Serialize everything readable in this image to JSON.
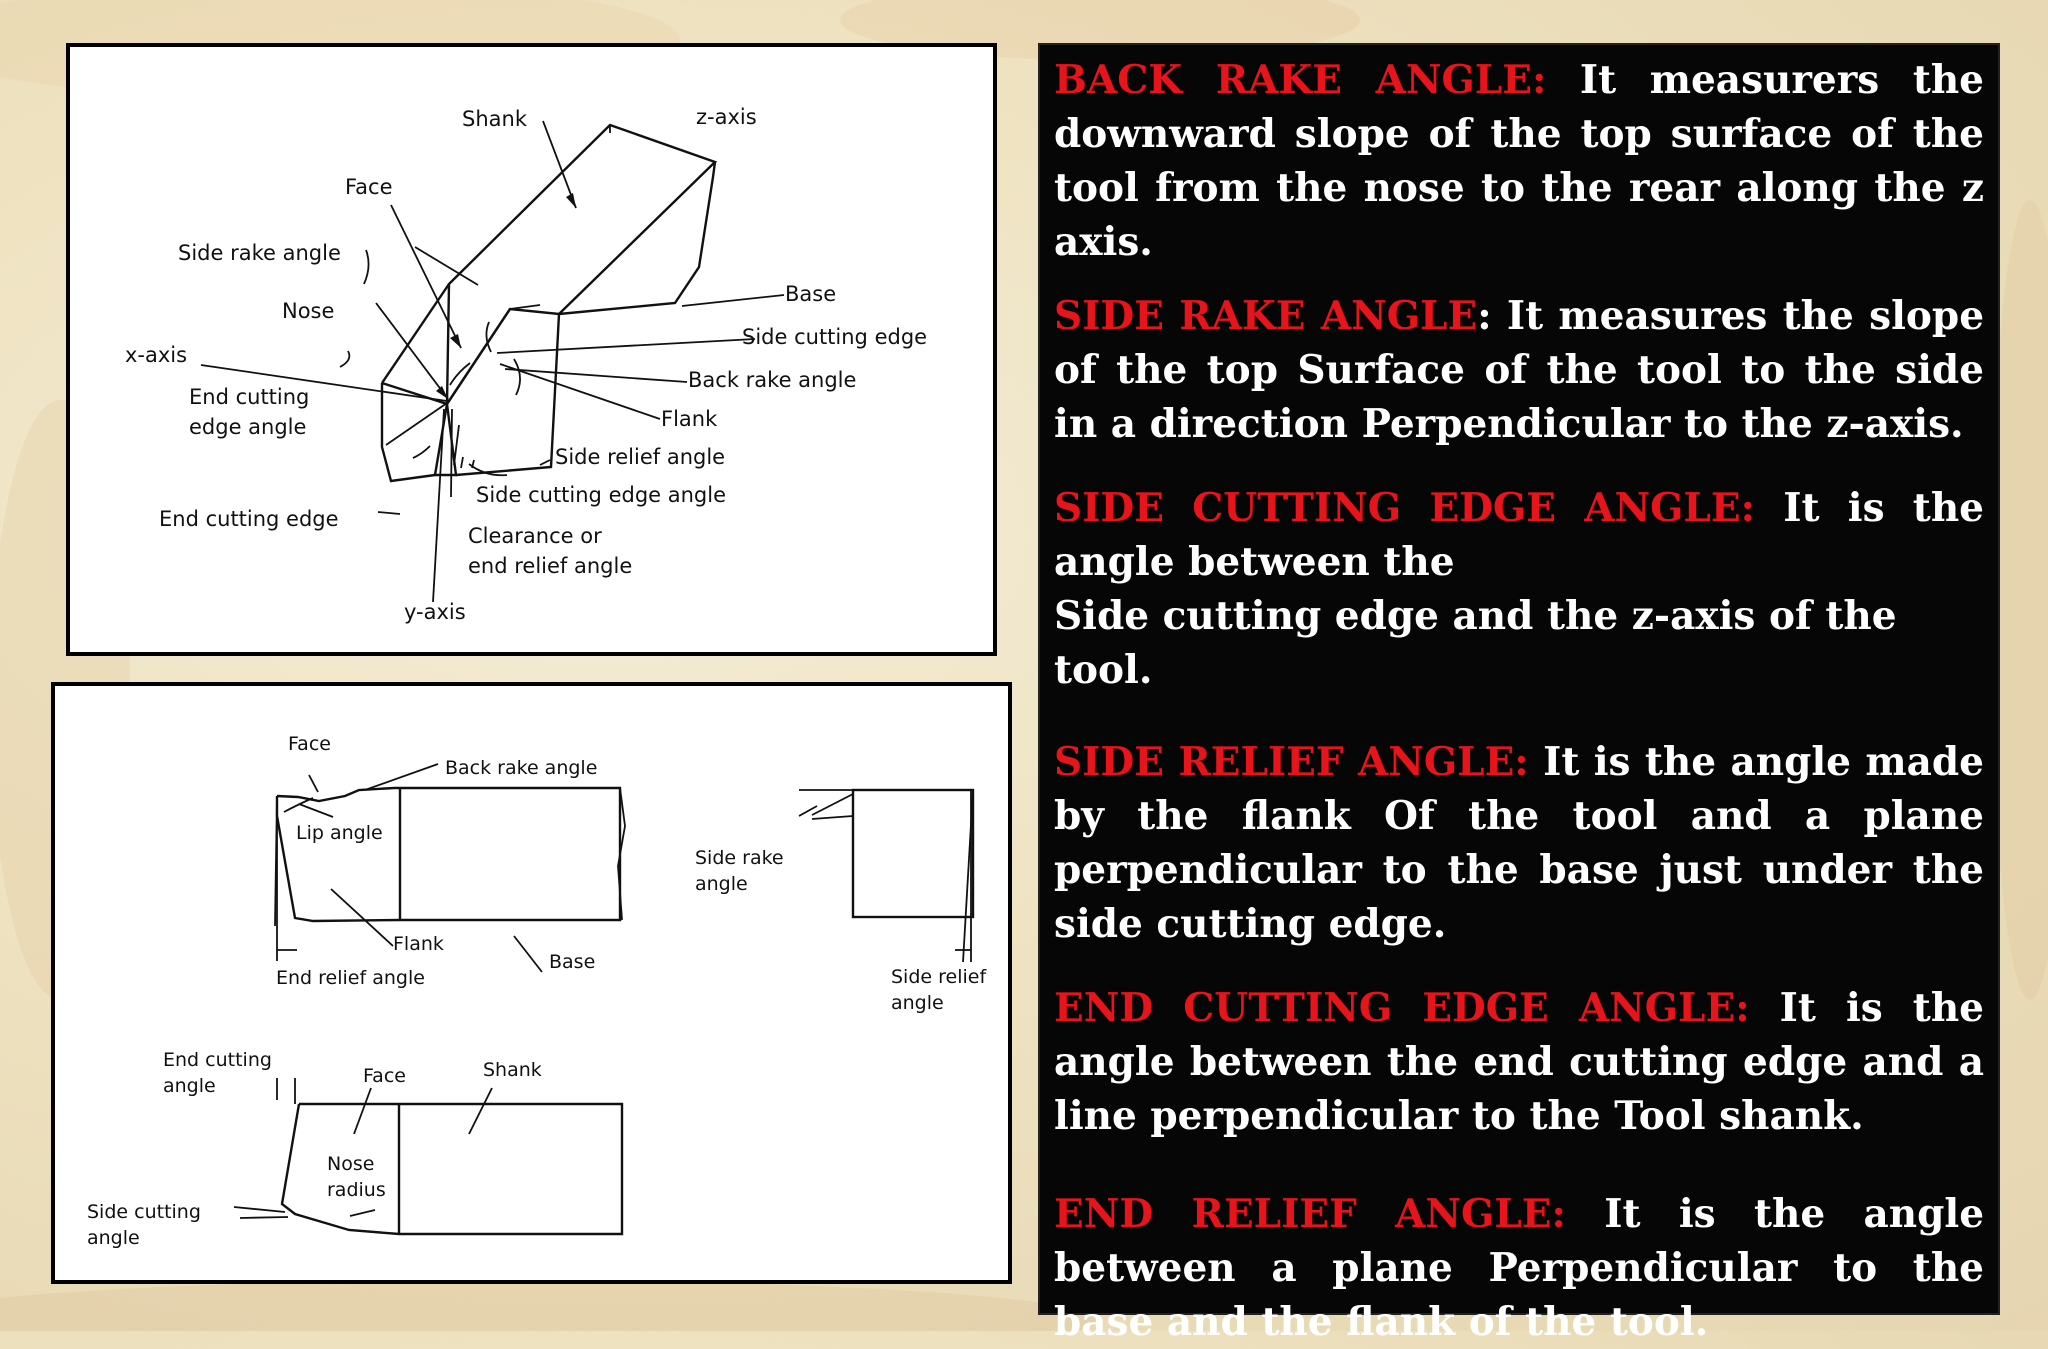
{
  "diagram_top": {
    "labels": {
      "shank": "Shank",
      "z_axis": "z-axis",
      "face": "Face",
      "side_rake_angle": "Side rake angle",
      "base": "Base",
      "nose": "Nose",
      "side_cutting_edge": "Side cutting edge",
      "x_axis": "x-axis",
      "end_cutting_edge_angle_1": "End cutting",
      "end_cutting_edge_angle_2": "edge angle",
      "back_rake_angle": "Back rake angle",
      "flank": "Flank",
      "side_relief_angle": "Side relief angle",
      "side_cutting_edge_angle": "Side cutting edge angle",
      "end_cutting_edge": "End cutting edge",
      "clearance_1": "Clearance or",
      "clearance_2": "end relief angle",
      "y_axis": "y-axis"
    }
  },
  "diagram_bottom": {
    "labels": {
      "face_top": "Face",
      "back_rake_angle": "Back rake angle",
      "lip_angle": "Lip angle",
      "flank": "Flank",
      "end_relief_angle": "End relief angle",
      "base": "Base",
      "side_rake_1": "Side rake",
      "side_rake_2": "angle",
      "side_relief_1": "Side relief",
      "side_relief_2": "angle",
      "end_cutting_1": "End cutting",
      "end_cutting_2": "angle",
      "face_bottom": "Face",
      "shank": "Shank",
      "nose_1": "Nose",
      "nose_2": "radius",
      "side_cutting_1": "Side cutting",
      "side_cutting_2": "angle"
    }
  },
  "definitions": [
    {
      "term": "BACK RAKE ANGLE:",
      "text": " It measurers the downward slope of the top surface of the tool from the nose to the rear along the z axis."
    },
    {
      "term": "SIDE RAKE ANGLE",
      "text": ": It measures the slope of the top Surface of the tool to the side in a direction Perpendicular to the z-axis."
    },
    {
      "term": "SIDE CUTTING EDGE ANGLE:",
      "text": " It is the angle between the",
      "text2": "Side cutting edge and the z-axis of the tool."
    },
    {
      "term": "SIDE RELIEF ANGLE:",
      "text": " It is the angle made by the flank Of the tool and a plane perpendicular to the base just under the side cutting edge."
    },
    {
      "term": "END CUTTING EDGE ANGLE:",
      "text": " It is the angle between the end cutting edge and a line perpendicular to the Tool shank."
    },
    {
      "term": "END RELIEF ANGLE:",
      "text": " It is the angle between a plane Perpendicular to the base and the flank of the tool."
    }
  ],
  "colors": {
    "term": "#e8141b",
    "text": "#ffffff",
    "box": "#060606"
  }
}
